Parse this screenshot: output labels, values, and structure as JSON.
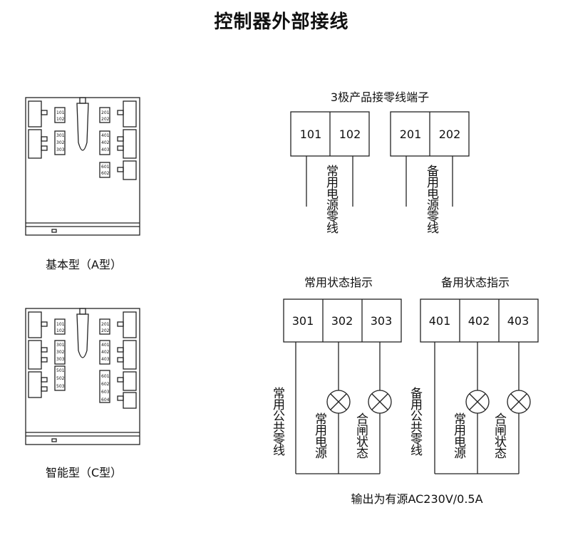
{
  "title": "控制器外部接线",
  "panel_a": {
    "caption": "基本型（A型）",
    "terminals_left": [
      "101",
      "102",
      "301",
      "302",
      "303"
    ],
    "terminals_right": [
      "201",
      "202",
      "401",
      "402",
      "403",
      "601",
      "602"
    ]
  },
  "panel_c": {
    "caption": "智能型（C型）",
    "terminals_left": [
      "101",
      "102",
      "301",
      "302",
      "303",
      "501",
      "502",
      "503"
    ],
    "terminals_right": [
      "201",
      "202",
      "401",
      "402",
      "403",
      "601",
      "602",
      "603",
      "604"
    ]
  },
  "neutral_section": {
    "title": "3极产品接零线端子",
    "group1": {
      "terminals": [
        "101",
        "102"
      ],
      "label": "常用电源零线"
    },
    "group2": {
      "terminals": [
        "201",
        "202"
      ],
      "label": "备用电源零线"
    }
  },
  "status_normal": {
    "title": "常用状态指示",
    "terminals": [
      "301",
      "302",
      "303"
    ],
    "label_common": "常用公共零线",
    "label_source": "常用电源",
    "label_closed": "合闸状态"
  },
  "status_backup": {
    "title": "备用状态指示",
    "terminals": [
      "401",
      "402",
      "403"
    ],
    "label_common": "备用公共零线",
    "label_source": "常用电源",
    "label_closed": "合闸状态"
  },
  "output_note": "输出为有源AC230V/0.5A"
}
